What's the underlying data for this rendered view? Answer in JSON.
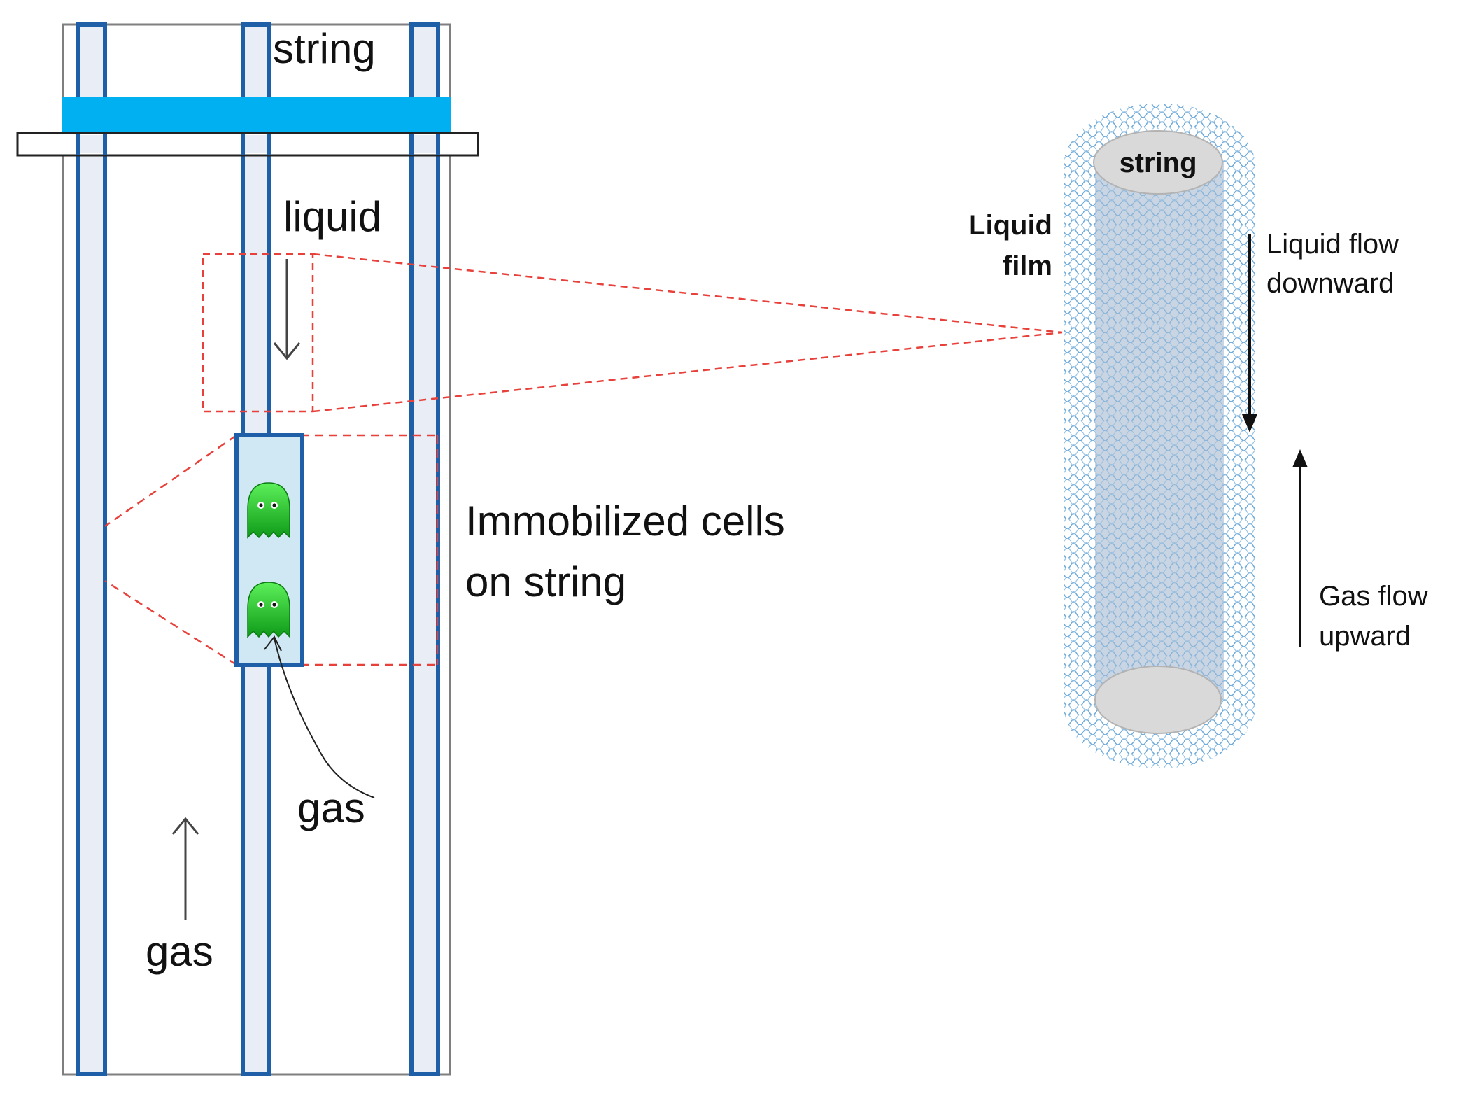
{
  "labels": {
    "string_top": "string",
    "liquid": "liquid",
    "immobilized_line1": "Immobilized cells",
    "immobilized_line2": "on string",
    "gas_inner": "gas",
    "gas_outer": "gas",
    "string_cylinder": "string",
    "liquid_film_line1": "Liquid",
    "liquid_film_line2": "film",
    "liquid_flow_line1": "Liquid flow",
    "liquid_flow_line2": "downward",
    "gas_flow_line1": "Gas flow",
    "gas_flow_line2": "upward"
  },
  "icons": {
    "cell": "green-ghost-icon"
  },
  "colors": {
    "string_blue": "#1f5fa8",
    "string_fill": "#e9eef6",
    "header_band": "#00b0f0",
    "dashed_red": "#e8403a",
    "cell_green": "#22c02a",
    "film_pattern": "#6aa7d8",
    "core_fill": "#b8c7d9"
  }
}
